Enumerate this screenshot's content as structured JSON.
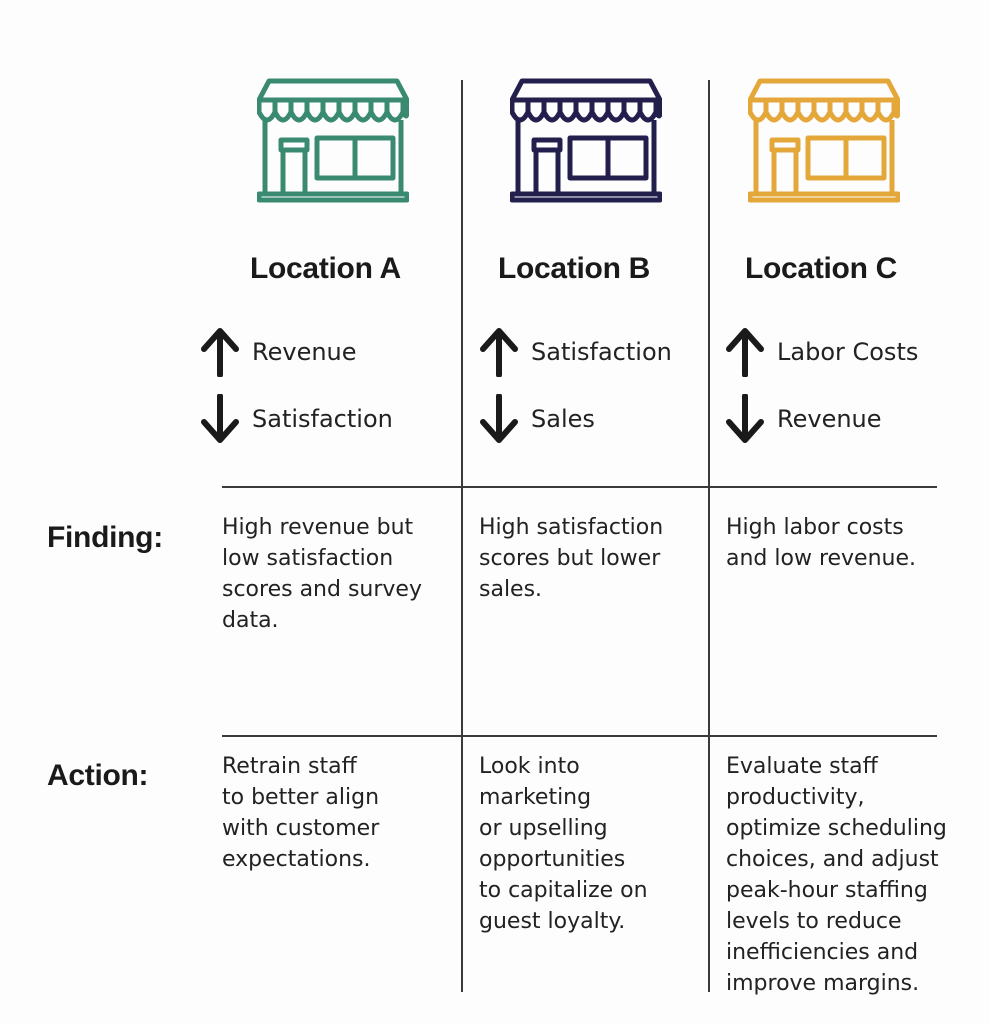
{
  "colors": {
    "location_a": "#3a8a72",
    "location_b": "#231f4d",
    "location_c": "#e4a73a"
  },
  "icons": {
    "store": "storefront-icon",
    "up": "arrow-up-icon",
    "down": "arrow-down-icon"
  },
  "locations": [
    {
      "title": "Location A",
      "up_metric": "Revenue",
      "down_metric": "Satisfaction"
    },
    {
      "title": "Location B",
      "up_metric": "Satisfaction",
      "down_metric": "Sales"
    },
    {
      "title": "Location C",
      "up_metric": "Labor Costs",
      "down_metric": "Revenue"
    }
  ],
  "rows": {
    "finding": {
      "label": "Finding:",
      "cells": [
        "High revenue but\nlow satisfaction\nscores and survey\ndata.",
        "High satisfaction\nscores but lower\nsales.",
        "High labor costs\nand low revenue."
      ]
    },
    "action": {
      "label": "Action:",
      "cells": [
        "Retrain staff\nto better align\nwith customer\nexpectations.",
        "Look into\nmarketing\nor upselling\nopportunities\nto capitalize on\nguest loyalty.",
        "Evaluate staff\nproductivity,\noptimize scheduling\nchoices, and adjust\npeak-hour staffing\nlevels to reduce\ninefficiencies and\nimprove margins."
      ]
    }
  }
}
